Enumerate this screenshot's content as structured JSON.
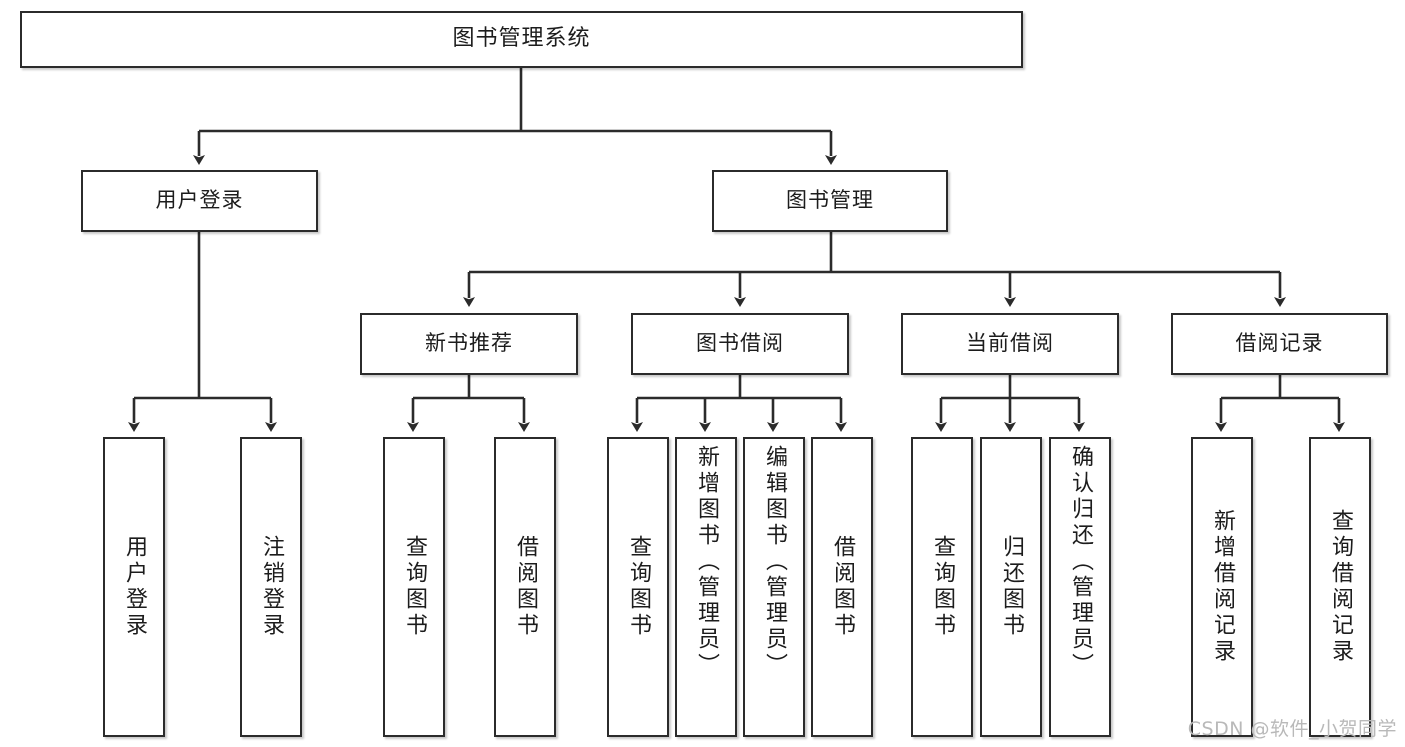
{
  "diagram": {
    "type": "tree",
    "title": "图书管理系统",
    "watermark": "CSDN @软件_小贺同学",
    "colors": {
      "box_border": "#2b2b2b",
      "box_fill": "#ffffff",
      "connector": "#2b2b2b",
      "text": "#1c1c1c",
      "watermark": "#b9b9b9"
    },
    "nodes": {
      "root": {
        "label": "图书管理系统"
      },
      "level2": [
        {
          "id": "user-login",
          "label": "用户登录"
        },
        {
          "id": "book-manage",
          "label": "图书管理"
        }
      ],
      "level3": [
        {
          "id": "new-book-recommend",
          "label": "新书推荐"
        },
        {
          "id": "book-borrow",
          "label": "图书借阅"
        },
        {
          "id": "current-borrow",
          "label": "当前借阅"
        },
        {
          "id": "borrow-record",
          "label": "借阅记录"
        }
      ],
      "leaves": [
        {
          "id": "leaf-user-login",
          "label": "用户登录",
          "parent": "user-login"
        },
        {
          "id": "leaf-user-logout",
          "label": "注销登录",
          "parent": "user-login"
        },
        {
          "id": "leaf-query-book-1",
          "label": "查询图书",
          "parent": "new-book-recommend"
        },
        {
          "id": "leaf-borrow-book-1",
          "label": "借阅图书",
          "parent": "new-book-recommend"
        },
        {
          "id": "leaf-query-book-2",
          "label": "查询图书",
          "parent": "book-borrow"
        },
        {
          "id": "leaf-add-book",
          "label": "新增图书（管理员）",
          "parent": "book-borrow"
        },
        {
          "id": "leaf-edit-book",
          "label": "编辑图书（管理员）",
          "parent": "book-borrow"
        },
        {
          "id": "leaf-borrow-book-2",
          "label": "借阅图书",
          "parent": "book-borrow"
        },
        {
          "id": "leaf-query-book-3",
          "label": "查询图书",
          "parent": "current-borrow"
        },
        {
          "id": "leaf-return-book",
          "label": "归还图书",
          "parent": "current-borrow"
        },
        {
          "id": "leaf-confirm-return",
          "label": "确认归还（管理员）",
          "parent": "current-borrow"
        },
        {
          "id": "leaf-add-record",
          "label": "新增借阅记录",
          "parent": "borrow-record"
        },
        {
          "id": "leaf-query-record",
          "label": "查询借阅记录",
          "parent": "borrow-record"
        }
      ]
    }
  }
}
